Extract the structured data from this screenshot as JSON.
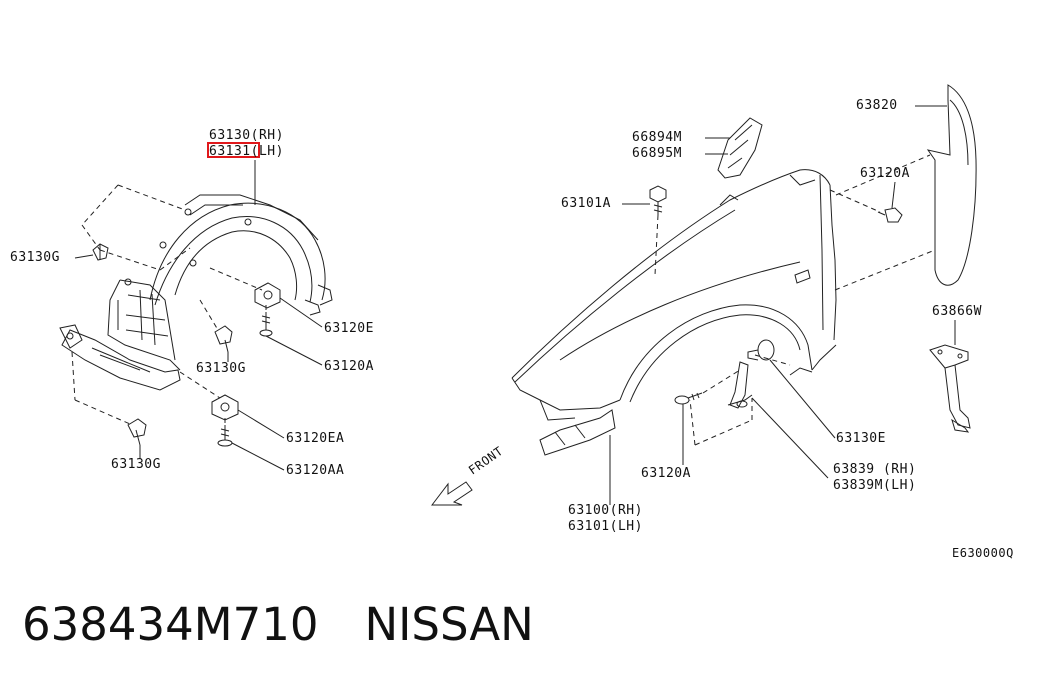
{
  "labels": {
    "p63130_rh": "63130(RH)",
    "p63131_lh": "63131(LH)",
    "p63130g_a": "63130G",
    "p63130g_b": "63130G",
    "p63130g_c": "63130G",
    "p63120e_a": "63120E",
    "p63120a_a": "63120A",
    "p63120ea": "63120EA",
    "p63120aa": "63120AA",
    "p66894m": "66894M",
    "p66895m": "66895M",
    "p63101a": "63101A",
    "p63820": "63820",
    "p63120a_b": "63120A",
    "p63866w": "63866W",
    "p63130e": "63130E",
    "p63839_rh": "63839 (RH)",
    "p63839m_lh": "63839M(LH)",
    "p63120a_c": "63120A",
    "p63100_rh": "63100(RH)",
    "p63101_lh": "63101(LH)",
    "front": "FRONT",
    "code": "E630000Q"
  },
  "footer": {
    "part_number": "638434M710",
    "brand": "NISSAN"
  },
  "colors": {
    "line": "#222222",
    "highlight": "#e0181b"
  }
}
